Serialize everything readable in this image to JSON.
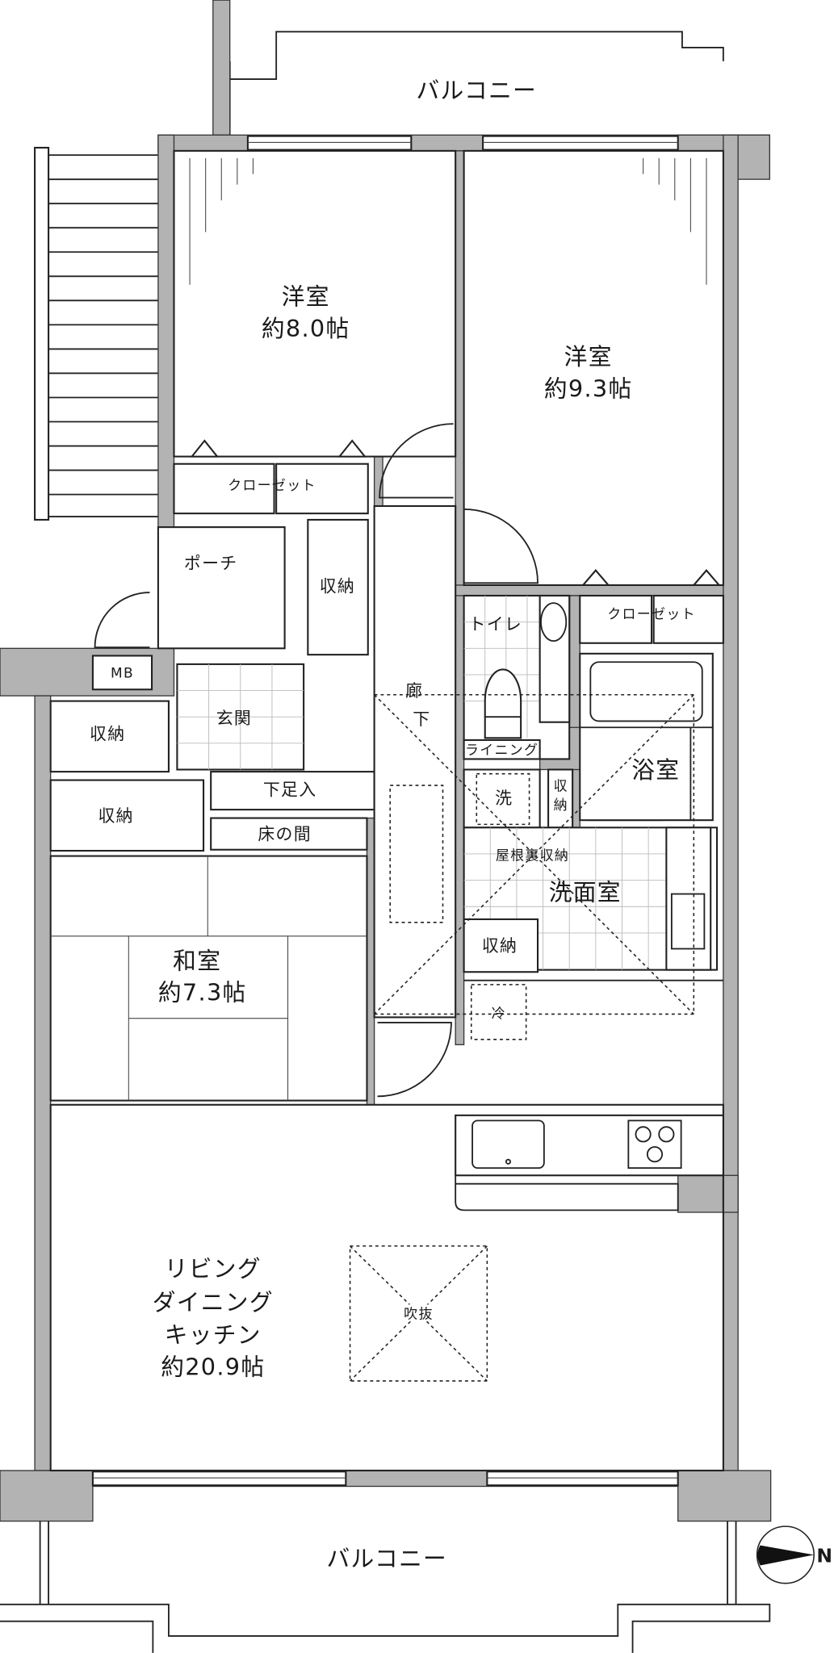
{
  "balcony_top": "バルコニー",
  "balcony_bottom": "バルコニー",
  "western_room_1": {
    "name": "洋室",
    "size": "約8.0帖"
  },
  "western_room_2": {
    "name": "洋室",
    "size": "約9.3帖"
  },
  "closet_1": "クローゼット",
  "closet_2": "クローゼット",
  "porch": "ポーチ",
  "storage_porch": "収納",
  "meter_box": "MB",
  "entrance": "玄関",
  "storage_left_1": "収納",
  "storage_left_2": "収納",
  "shoe_cabinet": "下足入",
  "tokonoma": "床の間",
  "japanese_room": {
    "name": "和室",
    "size": "約7.3帖"
  },
  "hallway": {
    "line1": "廊",
    "line2": "下"
  },
  "toilet": "トイレ",
  "lining": "ライニング",
  "washer": "洗",
  "storage_small": {
    "line1": "収",
    "line2": "納"
  },
  "bathroom": "浴室",
  "attic_storage": "屋根裏収納",
  "washroom": "洗面室",
  "storage_wash": "収納",
  "fridge": "冷",
  "atrium": "吹抜",
  "ldk": {
    "line1": "リビング",
    "line2": "ダイニング",
    "line3": "キッチン",
    "size": "約20.9帖"
  },
  "compass_label": "N",
  "colors": {
    "wall": "#b3b3b3",
    "line": "#222222"
  }
}
